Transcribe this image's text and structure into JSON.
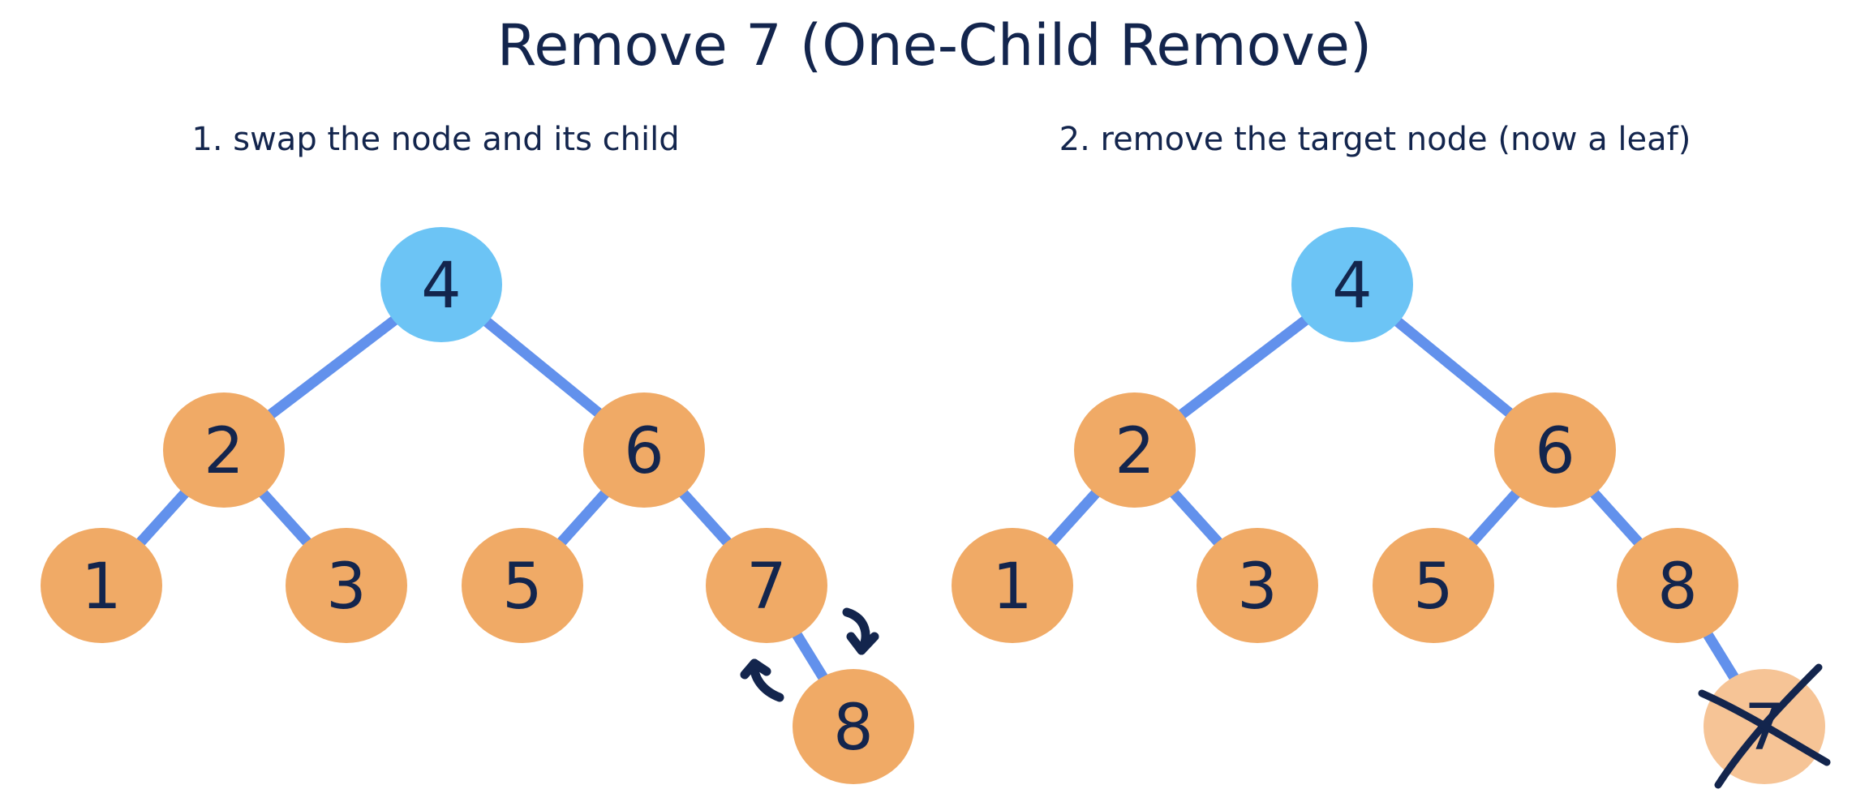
{
  "title": "Remove 7 (One-Child Remove)",
  "panels": [
    {
      "id": "swap",
      "caption": "1. swap the node and its child",
      "nodes": [
        {
          "id": "n4",
          "label": "4",
          "role": "root",
          "color": "#6cc4f5"
        },
        {
          "id": "n2",
          "label": "2",
          "role": "node",
          "color": "#f0aa66"
        },
        {
          "id": "n6",
          "label": "6",
          "role": "node",
          "color": "#f0aa66"
        },
        {
          "id": "n1",
          "label": "1",
          "role": "node",
          "color": "#f0aa66"
        },
        {
          "id": "n3",
          "label": "3",
          "role": "node",
          "color": "#f0aa66"
        },
        {
          "id": "n5",
          "label": "5",
          "role": "node",
          "color": "#f0aa66"
        },
        {
          "id": "n7",
          "label": "7",
          "role": "node",
          "color": "#f0aa66"
        },
        {
          "id": "n8",
          "label": "8",
          "role": "node",
          "color": "#f0aa66"
        }
      ],
      "edges": [
        [
          "n4",
          "n2"
        ],
        [
          "n4",
          "n6"
        ],
        [
          "n2",
          "n1"
        ],
        [
          "n2",
          "n3"
        ],
        [
          "n6",
          "n5"
        ],
        [
          "n6",
          "n7"
        ],
        [
          "n7",
          "n8"
        ]
      ],
      "swap_arrows": {
        "between": [
          "n7",
          "n8"
        ],
        "icon": "curved-swap-arrows"
      }
    },
    {
      "id": "remove",
      "caption": "2. remove the target node (now a leaf)",
      "nodes": [
        {
          "id": "m4",
          "label": "4",
          "role": "root",
          "color": "#6cc4f5"
        },
        {
          "id": "m2",
          "label": "2",
          "role": "node",
          "color": "#f0aa66"
        },
        {
          "id": "m6",
          "label": "6",
          "role": "node",
          "color": "#f0aa66"
        },
        {
          "id": "m1",
          "label": "1",
          "role": "node",
          "color": "#f0aa66"
        },
        {
          "id": "m3",
          "label": "3",
          "role": "node",
          "color": "#f0aa66"
        },
        {
          "id": "m5",
          "label": "5",
          "role": "node",
          "color": "#f0aa66"
        },
        {
          "id": "m8",
          "label": "8",
          "role": "node",
          "color": "#f0aa66"
        },
        {
          "id": "m7",
          "label": "7",
          "role": "removed",
          "color": "#f6c496"
        }
      ],
      "edges": [
        [
          "m4",
          "m2"
        ],
        [
          "m4",
          "m6"
        ],
        [
          "m2",
          "m1"
        ],
        [
          "m2",
          "m3"
        ],
        [
          "m6",
          "m5"
        ],
        [
          "m6",
          "m8"
        ],
        [
          "m8",
          "m7"
        ]
      ],
      "removed_marker": {
        "node": "m7",
        "icon": "x-cross-icon"
      }
    }
  ],
  "colors": {
    "text": "#13254d",
    "edge": "#6291ec",
    "root": "#6cc4f5",
    "node": "#f0aa66",
    "removed_node": "#f6c496",
    "removed_label": "#9a8a7c"
  }
}
